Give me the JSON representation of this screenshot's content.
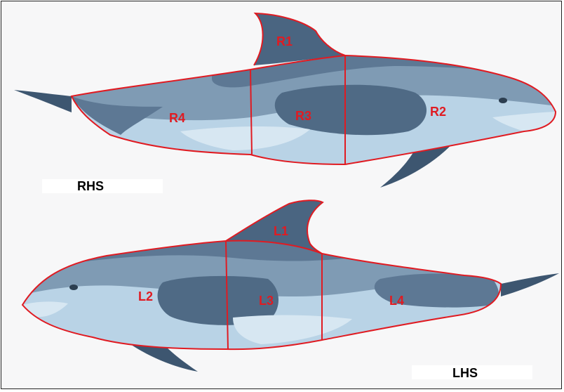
{
  "diagram": {
    "side_labels": {
      "right": "RHS",
      "left": "LHS"
    },
    "right_side_regions": [
      "R1",
      "R2",
      "R3",
      "R4"
    ],
    "left_side_regions": [
      "L1",
      "L2",
      "L3",
      "L4"
    ],
    "colors": {
      "outline": "#e01b22",
      "body_dark": "#4f6a85",
      "body_mid": "#7f9bb4",
      "body_light": "#b9d3e6",
      "fin": "#3d5670",
      "background": "#f7f7f8"
    }
  }
}
